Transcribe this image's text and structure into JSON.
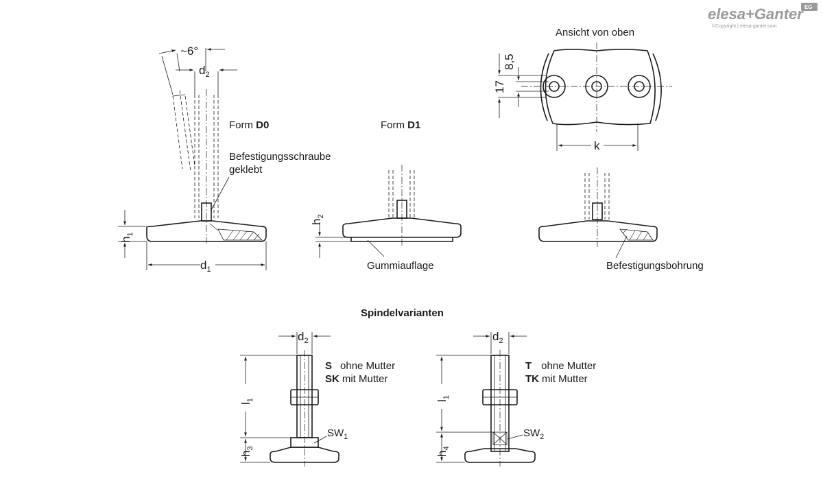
{
  "logo": {
    "brand": "elesa+Ganter",
    "copyright": "©Copyright | elesa-ganter.com",
    "badge": "EG"
  },
  "top_view": {
    "title": "Ansicht von oben",
    "dim_8_5": "8,5",
    "dim_17": "17",
    "dim_k": "k"
  },
  "form_d0": {
    "prefix": "Form ",
    "code": "D0",
    "angle": "~6°",
    "note_line1": "Befestigungsschraube",
    "note_line2": "geklebt"
  },
  "form_d1": {
    "prefix": "Form ",
    "code": "D1",
    "pad_label": "Gummiauflage"
  },
  "form_d2": {
    "bore_label": "Befestigungsbohrung"
  },
  "dims": {
    "d": "d",
    "h": "h",
    "l": "l",
    "sw": "SW",
    "sub1": "1",
    "sub2": "2",
    "sub3": "3",
    "sub4": "4"
  },
  "spindle": {
    "title": "Spindelvarianten",
    "left": [
      {
        "code": "S",
        "text": "ohne Mutter"
      },
      {
        "code": "SK",
        "text": "mit Mutter"
      }
    ],
    "right": [
      {
        "code": "T",
        "text": "ohne Mutter"
      },
      {
        "code": "TK",
        "text": "mit Mutter"
      }
    ]
  },
  "colors": {
    "ink": "#1a1a1a",
    "logo_grey": "#9a9a9a"
  }
}
